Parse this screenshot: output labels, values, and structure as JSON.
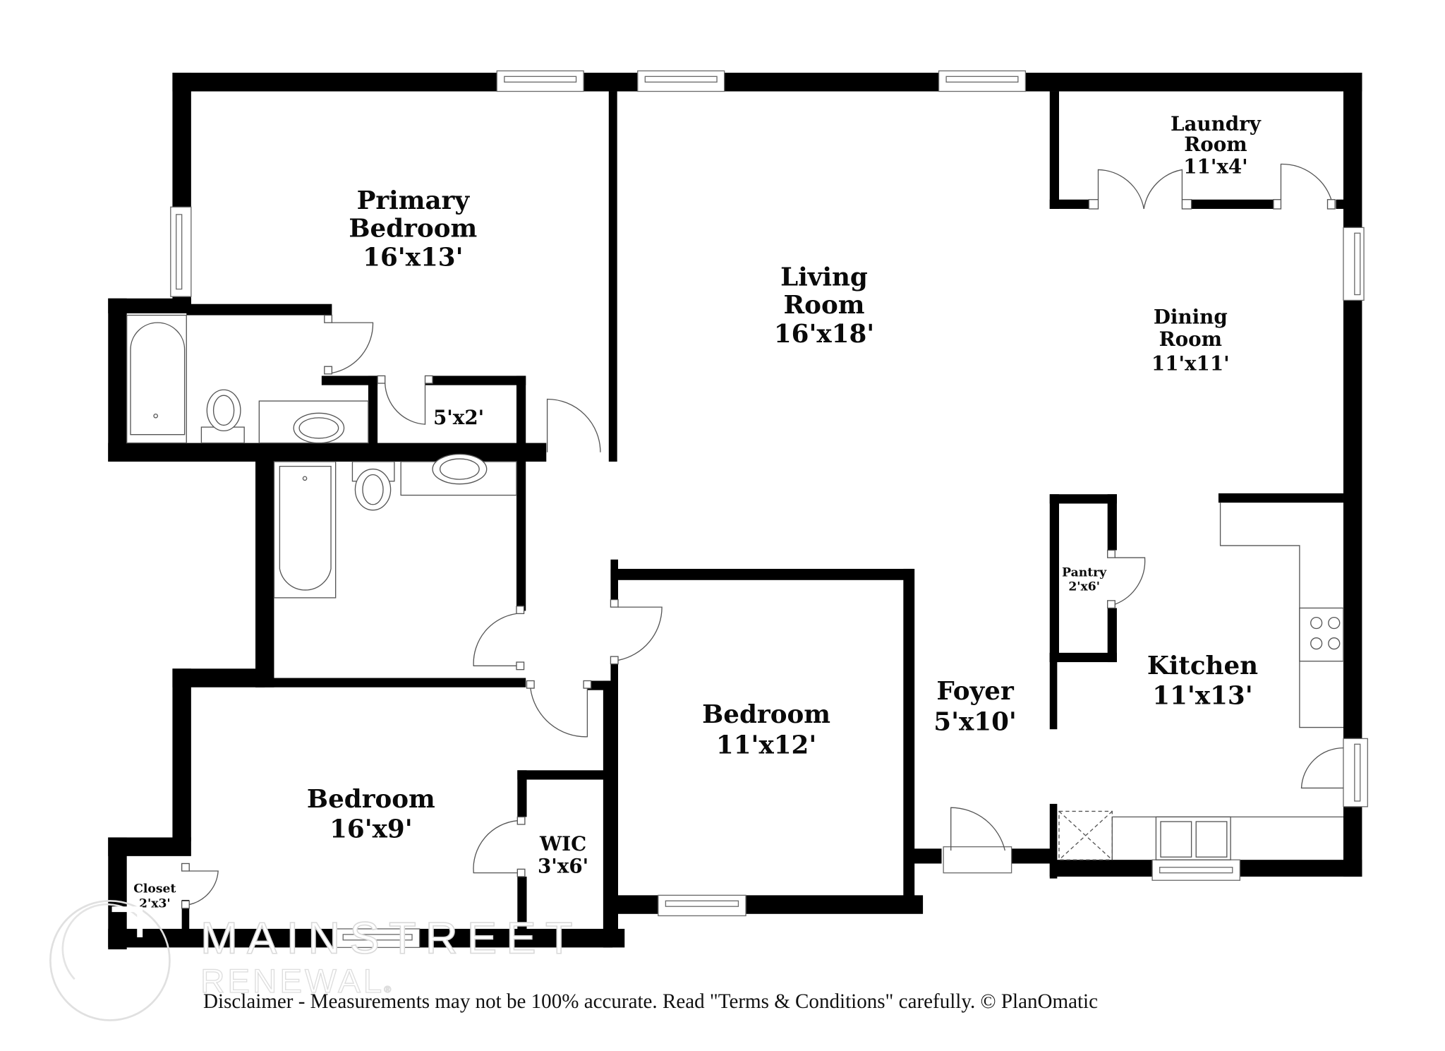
{
  "floorplan": {
    "rooms": [
      {
        "id": "primary_bedroom",
        "name_line1": "Primary",
        "name_line2": "Bedroom",
        "size": "16'x13'"
      },
      {
        "id": "living_room",
        "name_line1": "Living",
        "name_line2": "Room",
        "size": "16'x18'"
      },
      {
        "id": "laundry_room",
        "name_line1": "Laundry",
        "name_line2": "Room",
        "size": "11'x4'"
      },
      {
        "id": "dining_room",
        "name_line1": "Dining",
        "name_line2": "Room",
        "size": "11'x11'"
      },
      {
        "id": "primary_closet",
        "name_line1": "",
        "name_line2": "",
        "size": "5'x2'"
      },
      {
        "id": "pantry",
        "name_line1": "Pantry",
        "name_line2": "",
        "size": "2'x6'"
      },
      {
        "id": "kitchen",
        "name_line1": "Kitchen",
        "name_line2": "",
        "size": "11'x13'"
      },
      {
        "id": "bedroom_2",
        "name_line1": "Bedroom",
        "name_line2": "",
        "size": "11'x12'"
      },
      {
        "id": "foyer",
        "name_line1": "Foyer",
        "name_line2": "",
        "size": "5'x10'"
      },
      {
        "id": "bedroom_3",
        "name_line1": "Bedroom",
        "name_line2": "",
        "size": "16'x9'"
      },
      {
        "id": "wic",
        "name_line1": "WIC",
        "name_line2": "",
        "size": "3'x6'"
      },
      {
        "id": "closet",
        "name_line1": "Closet",
        "name_line2": "",
        "size": "2'x3'"
      }
    ],
    "fixtures": [
      "bathtub",
      "toilet",
      "sink",
      "double-sink",
      "cooktop",
      "dishwasher"
    ]
  },
  "watermark": {
    "line1": "MAINSTREET",
    "line2": "RENEWAL",
    "mark": "®"
  },
  "footer": {
    "disclaimer": "Disclaimer - Measurements may not be 100% accurate. Read \"Terms & Conditions\" carefully. © PlanOmatic"
  },
  "colors": {
    "wall": "#000000",
    "background": "#ffffff",
    "fixture_stroke": "#555555",
    "watermark": "#d9d9d9"
  }
}
